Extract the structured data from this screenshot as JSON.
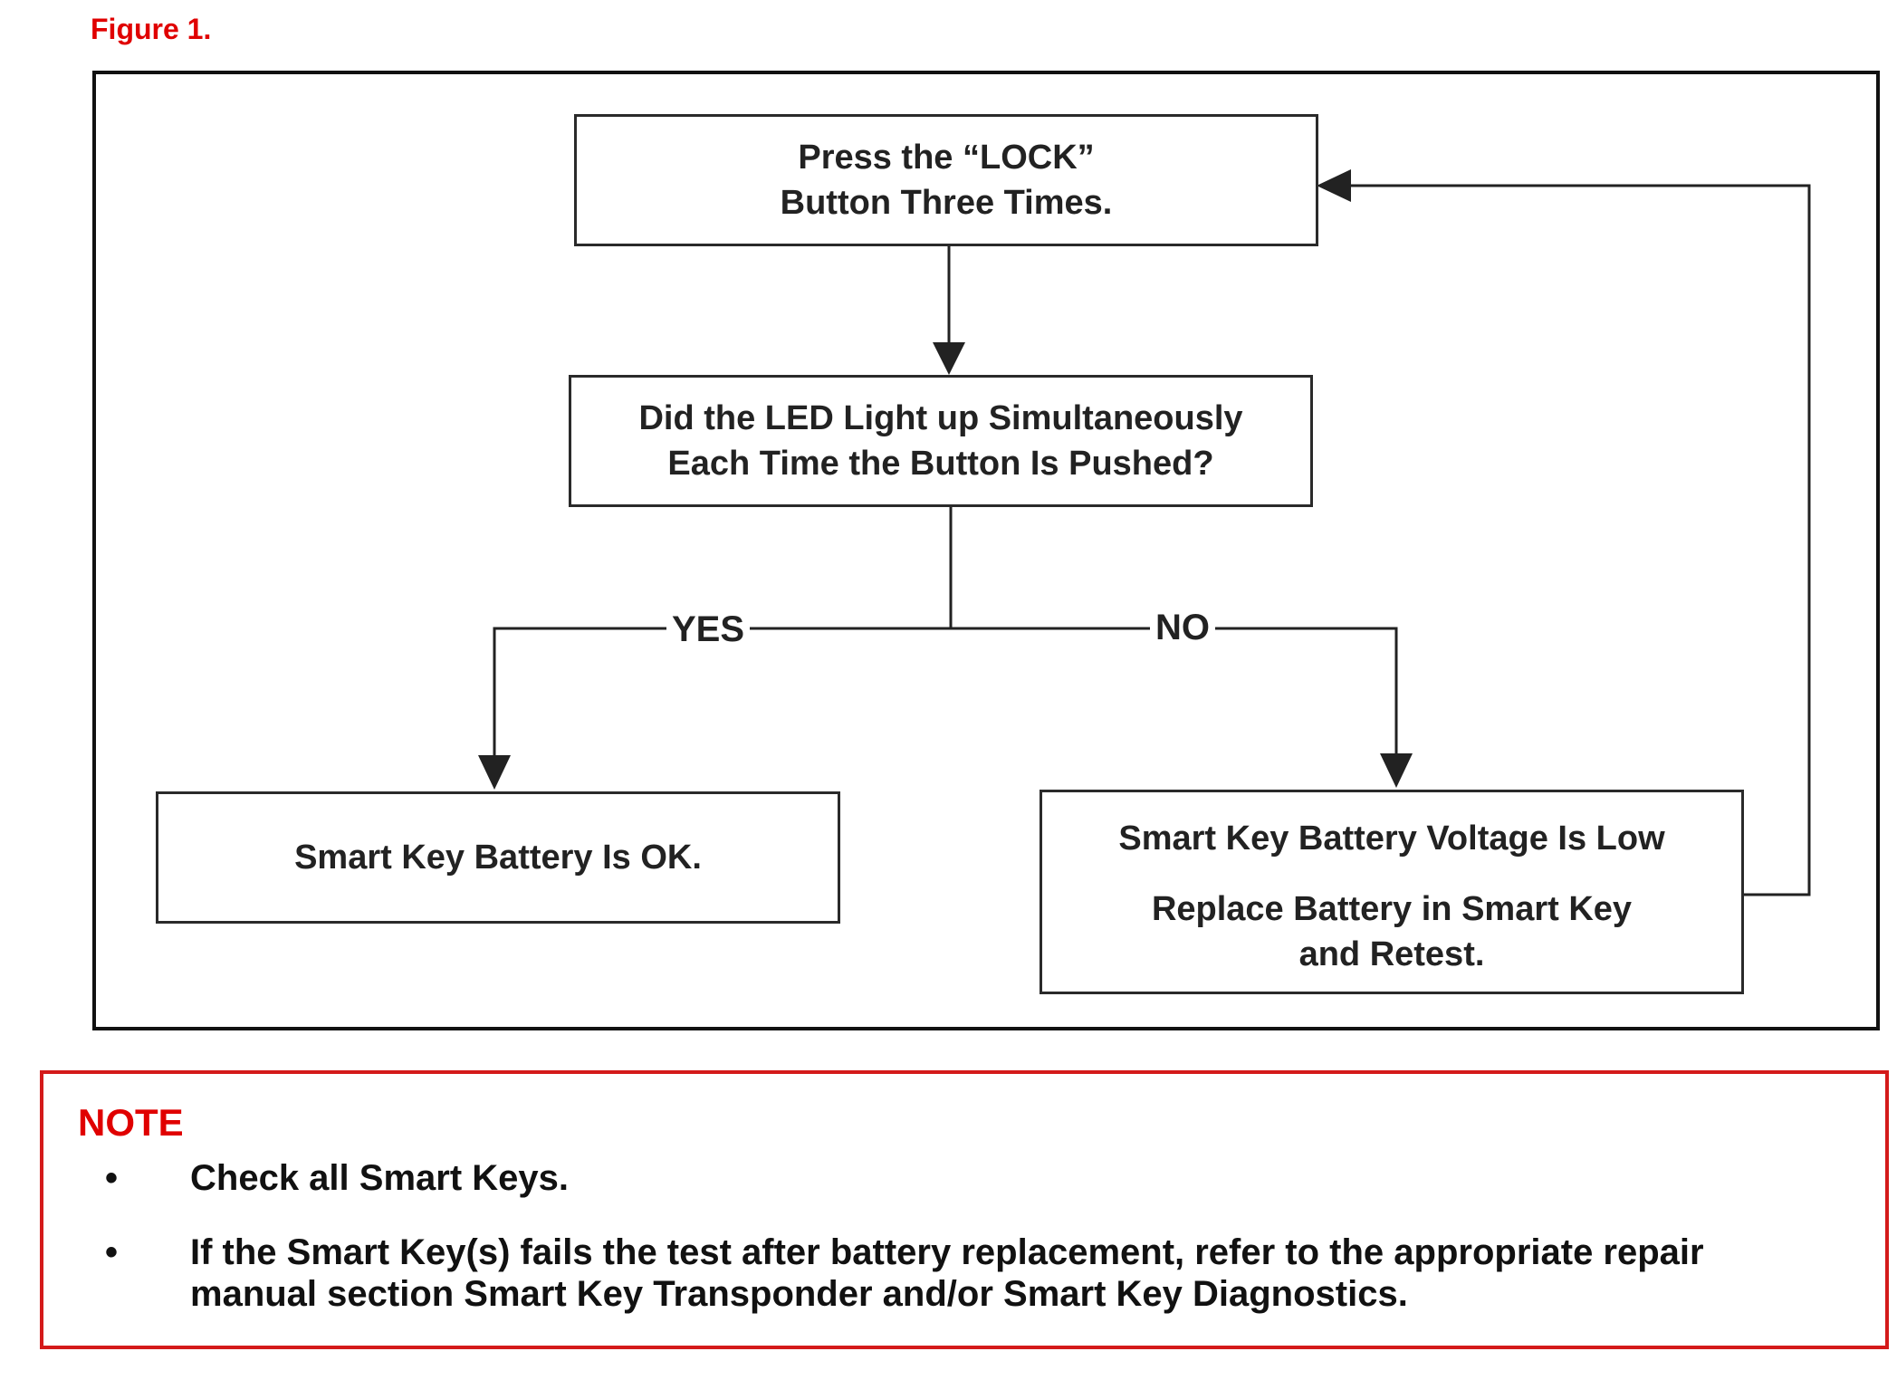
{
  "figure_label": "Figure 1.",
  "flowchart": {
    "start_box": {
      "lines": [
        "Press the “LOCK”",
        "Button Three Times."
      ]
    },
    "decision_box": {
      "lines": [
        "Did the LED Light up Simultaneously",
        "Each Time the Button Is Pushed?"
      ]
    },
    "yes_label": "YES",
    "no_label": "NO",
    "ok_box": {
      "lines": [
        "Smart Key Battery Is OK."
      ]
    },
    "low_box": {
      "line1": "Smart Key Battery Voltage Is Low",
      "line2": "Replace Battery in Smart Key",
      "line3": "and Retest."
    }
  },
  "note": {
    "title": "NOTE",
    "bullet_glyph": "•",
    "items": [
      "Check all Smart Keys.",
      "If the Smart Key(s) fails the test after battery replacement, refer to the appropriate repair manual section Smart Key Transponder and/or Smart Key Diagnostics."
    ]
  }
}
